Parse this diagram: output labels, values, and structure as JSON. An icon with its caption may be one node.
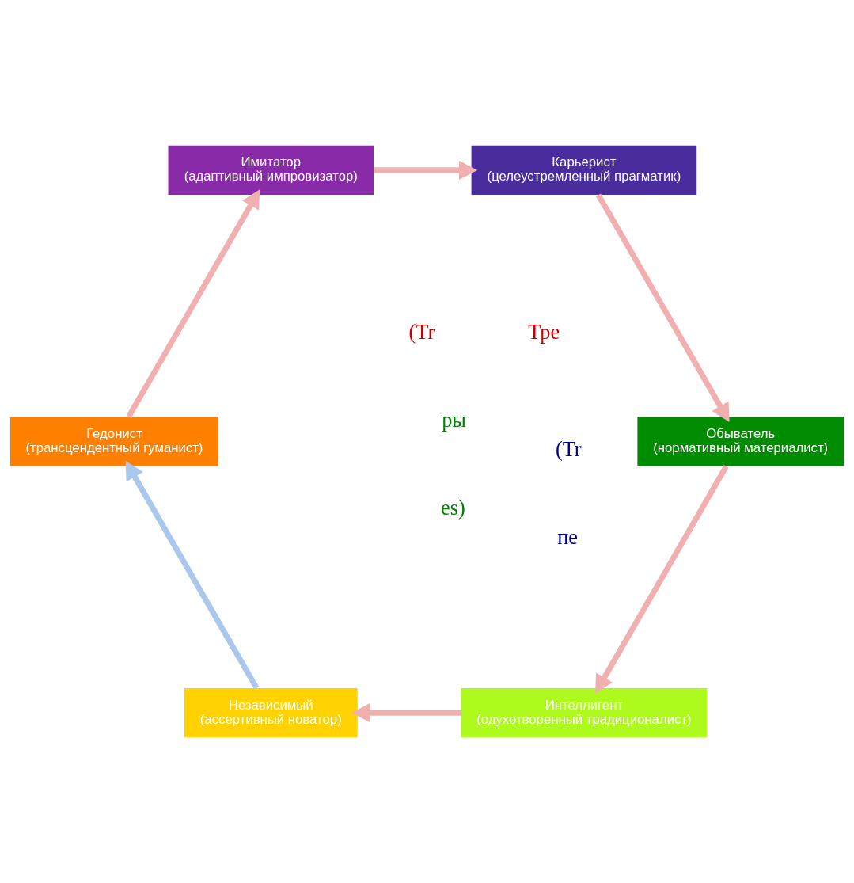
{
  "diagram": {
    "nodes": [
      {
        "text": [
          "Интеллигент",
          "(одухотворенный традиционалист)"
        ]
      },
      {
        "text": [
          "Независимый",
          "(ассертивный новатор)"
        ]
      },
      {
        "text": [
          "Гедонист",
          "(трансцендентный гуманист)"
        ]
      },
      {
        "text": [
          "Имитатор",
          "(адаптивный импровизатор)"
        ]
      },
      {
        "text": [
          "Карьерист",
          "(целеустремленный прагматик)"
        ]
      },
      {
        "text": [
          "Обыватель",
          "(нормативный материалист)"
        ]
      }
    ],
    "edges": [
      {
        "from": 0,
        "to": 1,
        "arrow": "to"
      },
      {
        "from": 1,
        "to": 2,
        "arrow": "to",
        "color": "#a9c8ec"
      },
      {
        "from": 2,
        "to": 3,
        "arrow": "to"
      },
      {
        "from": 3,
        "to": 4,
        "arrow": "to"
      },
      {
        "from": 4,
        "to": 5,
        "arrow": "to"
      },
      {
        "from": 5,
        "to": 0,
        "arrow": "to"
      }
    ],
    "labels": [
      "ры",
      "es)",
      "Тре",
      "(Tr",
      "пе",
      "(Tr"
    ]
  }
}
